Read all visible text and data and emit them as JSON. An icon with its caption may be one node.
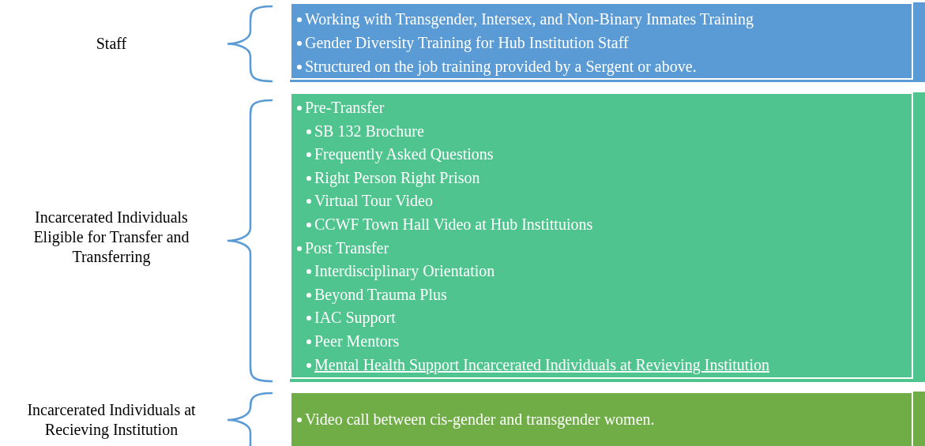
{
  "diagram": {
    "nodes": [
      {
        "text": [
          "Working with Transgender, Intersex, and Non-Binary Inmates Training",
          "Gender Diversity Training for Hub Institution Staff",
          "Structured on the job training provided by a Sergent or above."
        ]
      },
      {
        "text": [
          "Pre-Transfer",
          "SB 132 Brochure",
          "Frequently Asked Questions",
          "Right Person Right Prison",
          "Virtual Tour Video",
          "CCWF Town Hall Video at Hub Instittuions",
          "Post Transfer",
          "Interdisciplinary Orientation",
          "Beyond Trauma Plus",
          "IAC Support",
          "Peer Mentors",
          "Mental Health Support Incarcerated Individuals at Revieving Institution"
        ]
      },
      {
        "text": [
          "Video call between cis-gender and transgender women."
        ]
      }
    ],
    "labels": [
      "Staff",
      "Incarcerated Individuals Eligible for Transfer and Transferring",
      "Incarcerated Individuals at Recieving Institution"
    ]
  }
}
